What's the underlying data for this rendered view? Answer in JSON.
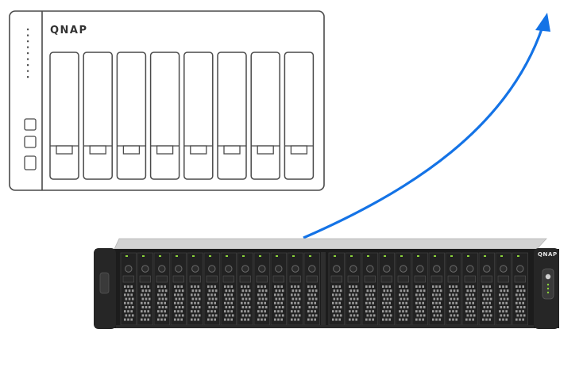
{
  "nas_outline": {
    "brand": "QNAP",
    "led_count": 9,
    "bay_count": 8,
    "button_count": 3,
    "line_color": "#4a4a4a"
  },
  "arrow": {
    "color": "#1473e6"
  },
  "rack_server": {
    "brand": "QNAP",
    "bay_count": 24,
    "bays_per_group": 12,
    "body_color": "#1e1e1e",
    "top_color": "#c9c9c9",
    "led_color": "#8bd43a"
  }
}
